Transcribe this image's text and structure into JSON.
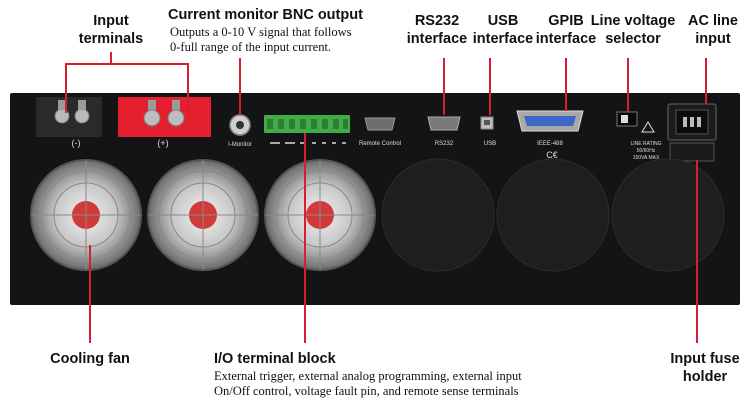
{
  "labels": {
    "input_terminals": "Input\nterminals",
    "current_monitor": {
      "title": "Current monitor BNC output",
      "desc": "Outputs a 0-10 V signal that follows\n0-full range of the input current."
    },
    "rs232": "RS232\ninterface",
    "usb": "USB\ninterface",
    "gpib": "GPIB\ninterface",
    "line_voltage": "Line voltage\nselector",
    "ac_line": "AC line\ninput",
    "cooling_fan": "Cooling fan",
    "io_block": {
      "title": "I/O terminal block",
      "desc": "External trigger, external analog programming, external input\nOn/Off control, voltage fault pin, and remote sense terminals"
    },
    "input_fuse": "Input fuse\nholder"
  },
  "panel_text": {
    "minus": "(-)",
    "plus": "(+)",
    "i_monitor": "I-Monitor",
    "remote_control": "Remote Control",
    "rs232": "RS232",
    "usb": "USB",
    "ieee488": "IEEE-488",
    "line_rating": "LINE RATING",
    "rating_1": "50/60Hz",
    "rating_2": "150VA MAX"
  },
  "colors": {
    "accent": "#d52030",
    "panel": "#141416",
    "terminal_block": "#3fae49"
  }
}
